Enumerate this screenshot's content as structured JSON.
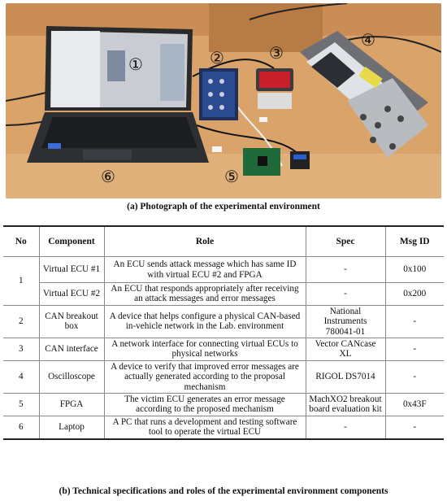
{
  "figure": {
    "caption_a": "(a) Photograph of the experimental environment",
    "caption_b": "(b) Technical specifications and roles of the experimental environment components",
    "photo_markers": [
      "①",
      "②",
      "③",
      "④",
      "⑤",
      "⑥"
    ]
  },
  "table": {
    "headers": [
      "No",
      "Component",
      "Role",
      "Spec",
      "Msg ID"
    ],
    "rows": [
      {
        "no": "1",
        "component": "Virtual ECU #1",
        "role": "An ECU sends attack message which has same ID with virtual ECU #2 and FPGA",
        "spec": "-",
        "msg_id": "0x100"
      },
      {
        "no": "",
        "component": "Virtual ECU #2",
        "role": "An ECU that responds appropriately after receiving an attack messages and error messages",
        "spec": "-",
        "msg_id": "0x200"
      },
      {
        "no": "2",
        "component": "CAN breakout box",
        "role": "A device that helps configure a physical CAN-based in-vehicle network in the Lab. environment",
        "spec": "National Instruments 780041-01",
        "msg_id": "-"
      },
      {
        "no": "3",
        "component": "CAN interface",
        "role": "A network interface for connecting virtual ECUs to physical networks",
        "spec": "Vector CANcase XL",
        "msg_id": "-"
      },
      {
        "no": "4",
        "component": "Oscilloscope",
        "role": "A device to verify that improved error messages are actually generated according to the proposal mechanism",
        "spec": "RIGOL DS7014",
        "msg_id": "-"
      },
      {
        "no": "5",
        "component": "FPGA",
        "role": "The victim ECU generates an error message according to the proposed mechanism",
        "spec": "MachXO2 breakout board evaluation kit",
        "msg_id": "0x43F"
      },
      {
        "no": "6",
        "component": "Laptop",
        "role": "A PC that runs a development and testing software tool to operate the virtual ECU",
        "spec": "-",
        "msg_id": "-"
      }
    ]
  }
}
